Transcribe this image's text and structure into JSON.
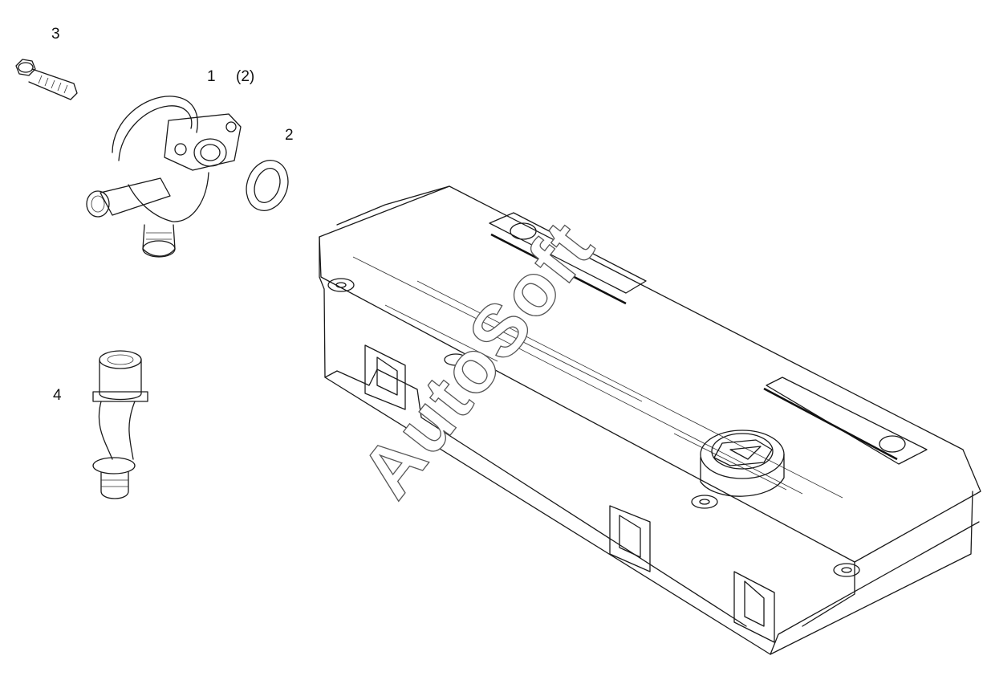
{
  "callouts": {
    "part1": "1",
    "part1_alt": "(2)",
    "part2": "2",
    "part3": "3",
    "part4": "4"
  },
  "watermark": "AutoSoft",
  "parts": [
    {
      "callout": "1",
      "icon": "outlet-housing-icon"
    },
    {
      "callout": "2",
      "icon": "seal-ring-icon"
    },
    {
      "callout": "3",
      "icon": "bolt-icon"
    },
    {
      "callout": "4",
      "icon": "hose-fitting-icon"
    },
    {
      "icon": "valve-cover-icon"
    }
  ],
  "colors": {
    "line": "#1a1a1a",
    "background": "#ffffff",
    "watermark_outline": "#555555"
  }
}
